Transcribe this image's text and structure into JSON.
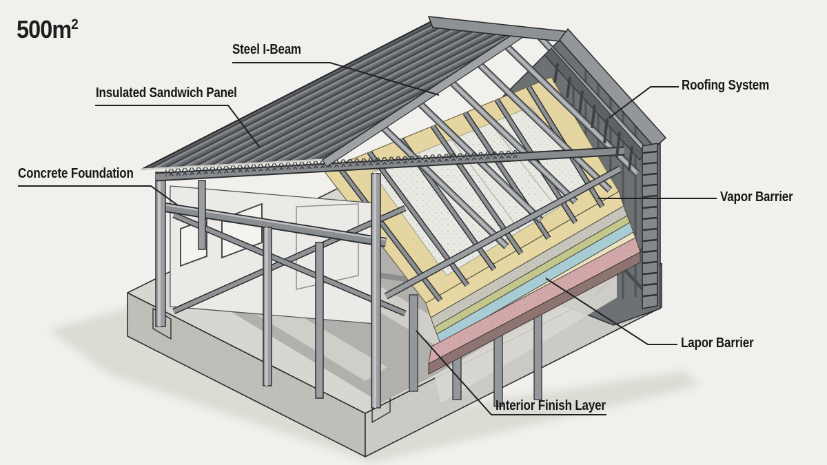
{
  "area_label": {
    "value": "500m",
    "superscript": "2"
  },
  "labels": {
    "steel_i_beam": "Steel I-Beam",
    "insulated_sandwich_panel": "Insulated Sandwich Panel",
    "concrete_foundation": "Concrete Foundation",
    "roofing_system": "Roofing System",
    "vapor_barrier": "Vapor Barrier",
    "lapor_barrier": "Lapor Barrier",
    "interior_finish_layer": "Interior Finish Layer"
  },
  "materials": {
    "background": "#f2f0ec",
    "roof_panel": "#74777a",
    "roof_rib_dark": "#45484c",
    "steel_gray": "#97999c",
    "concrete_top": "#d7d6d1",
    "deck_board_tan": "#e4d5a1",
    "insulation_sheet_white": "#e9e9e3",
    "layer_concrete_gray": "#c7c6bd",
    "layer_membrane_green": "#c3c78b",
    "layer_insulation_blue": "#a8ccd4",
    "layer_screed_cream": "#ebe3bf",
    "layer_finish_pink": "#d3a8ab",
    "leader_line": "#1f1f1f"
  }
}
